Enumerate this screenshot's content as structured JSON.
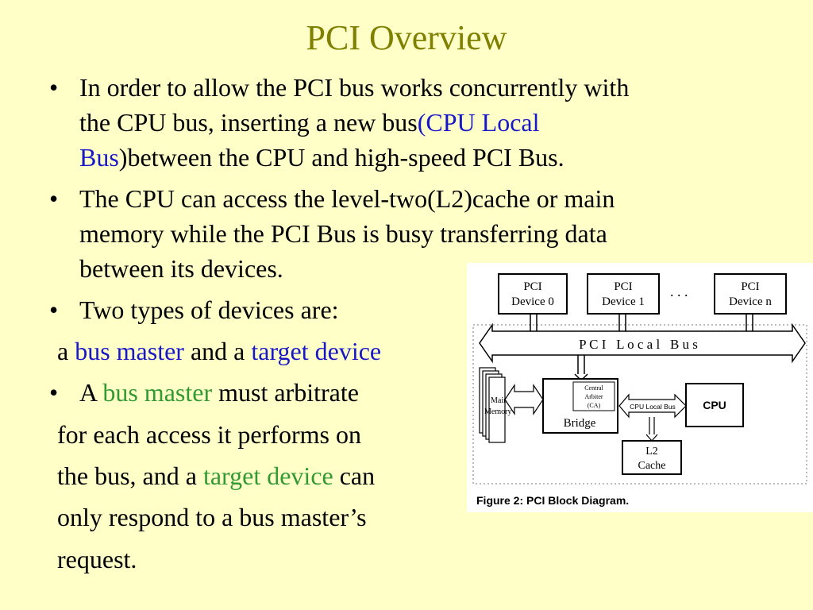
{
  "title": "PCI Overview",
  "bullet_char": "•",
  "bullets": {
    "b1": {
      "l1": "In order to allow the PCI bus works concurrently with",
      "l2_a": "the CPU bus, inserting a new bus",
      "l2_b": "(CPU Local",
      "l3_a": "Bus",
      "l3_b": ")between the CPU and high-speed PCI Bus."
    },
    "b2": {
      "l1": "The CPU can access the level-two(L2)cache or main",
      "l2": "memory while the PCI Bus is busy transferring data",
      "l3": "between its devices."
    },
    "b3": {
      "l1": "Two types of devices are:"
    },
    "plain1": {
      "a": "a ",
      "b": "bus master",
      "c": " and a ",
      "d": "target device"
    },
    "b4": {
      "l1_a": "A ",
      "l1_b": "bus master",
      "l1_c": " must arbitrate",
      "l2": "for each access it performs on",
      "l3_a": "the bus, and a ",
      "l3_b": "target device",
      "l3_c": " can",
      "l4": "only respond to a bus  master’s",
      "l5": "request."
    }
  },
  "figure": {
    "dev0_l1": "PCI",
    "dev0_l2": "Device 0",
    "dev1_l1": "PCI",
    "dev1_l2": "Device 1",
    "devn_l1": "PCI",
    "devn_l2": "Device n",
    "dots": ". . .",
    "local_bus": "P C I   L o c a l   B u s",
    "main_l1": "Main",
    "main_l2": "Memory",
    "ca_l1": "Central",
    "ca_l2": "Arbiter",
    "ca_l3": "(CA)",
    "bridge": "Bridge",
    "cpu_bus": "CPU Local Bus",
    "cpu": "CPU",
    "l2_l1": "L2",
    "l2_l2": "Cache",
    "caption": "Figure 2:  PCI Block Diagram."
  },
  "colors": {
    "background": "#FFFFC8",
    "title": "#808000",
    "blue_accent": "#1818C8",
    "green_accent": "#339933"
  }
}
